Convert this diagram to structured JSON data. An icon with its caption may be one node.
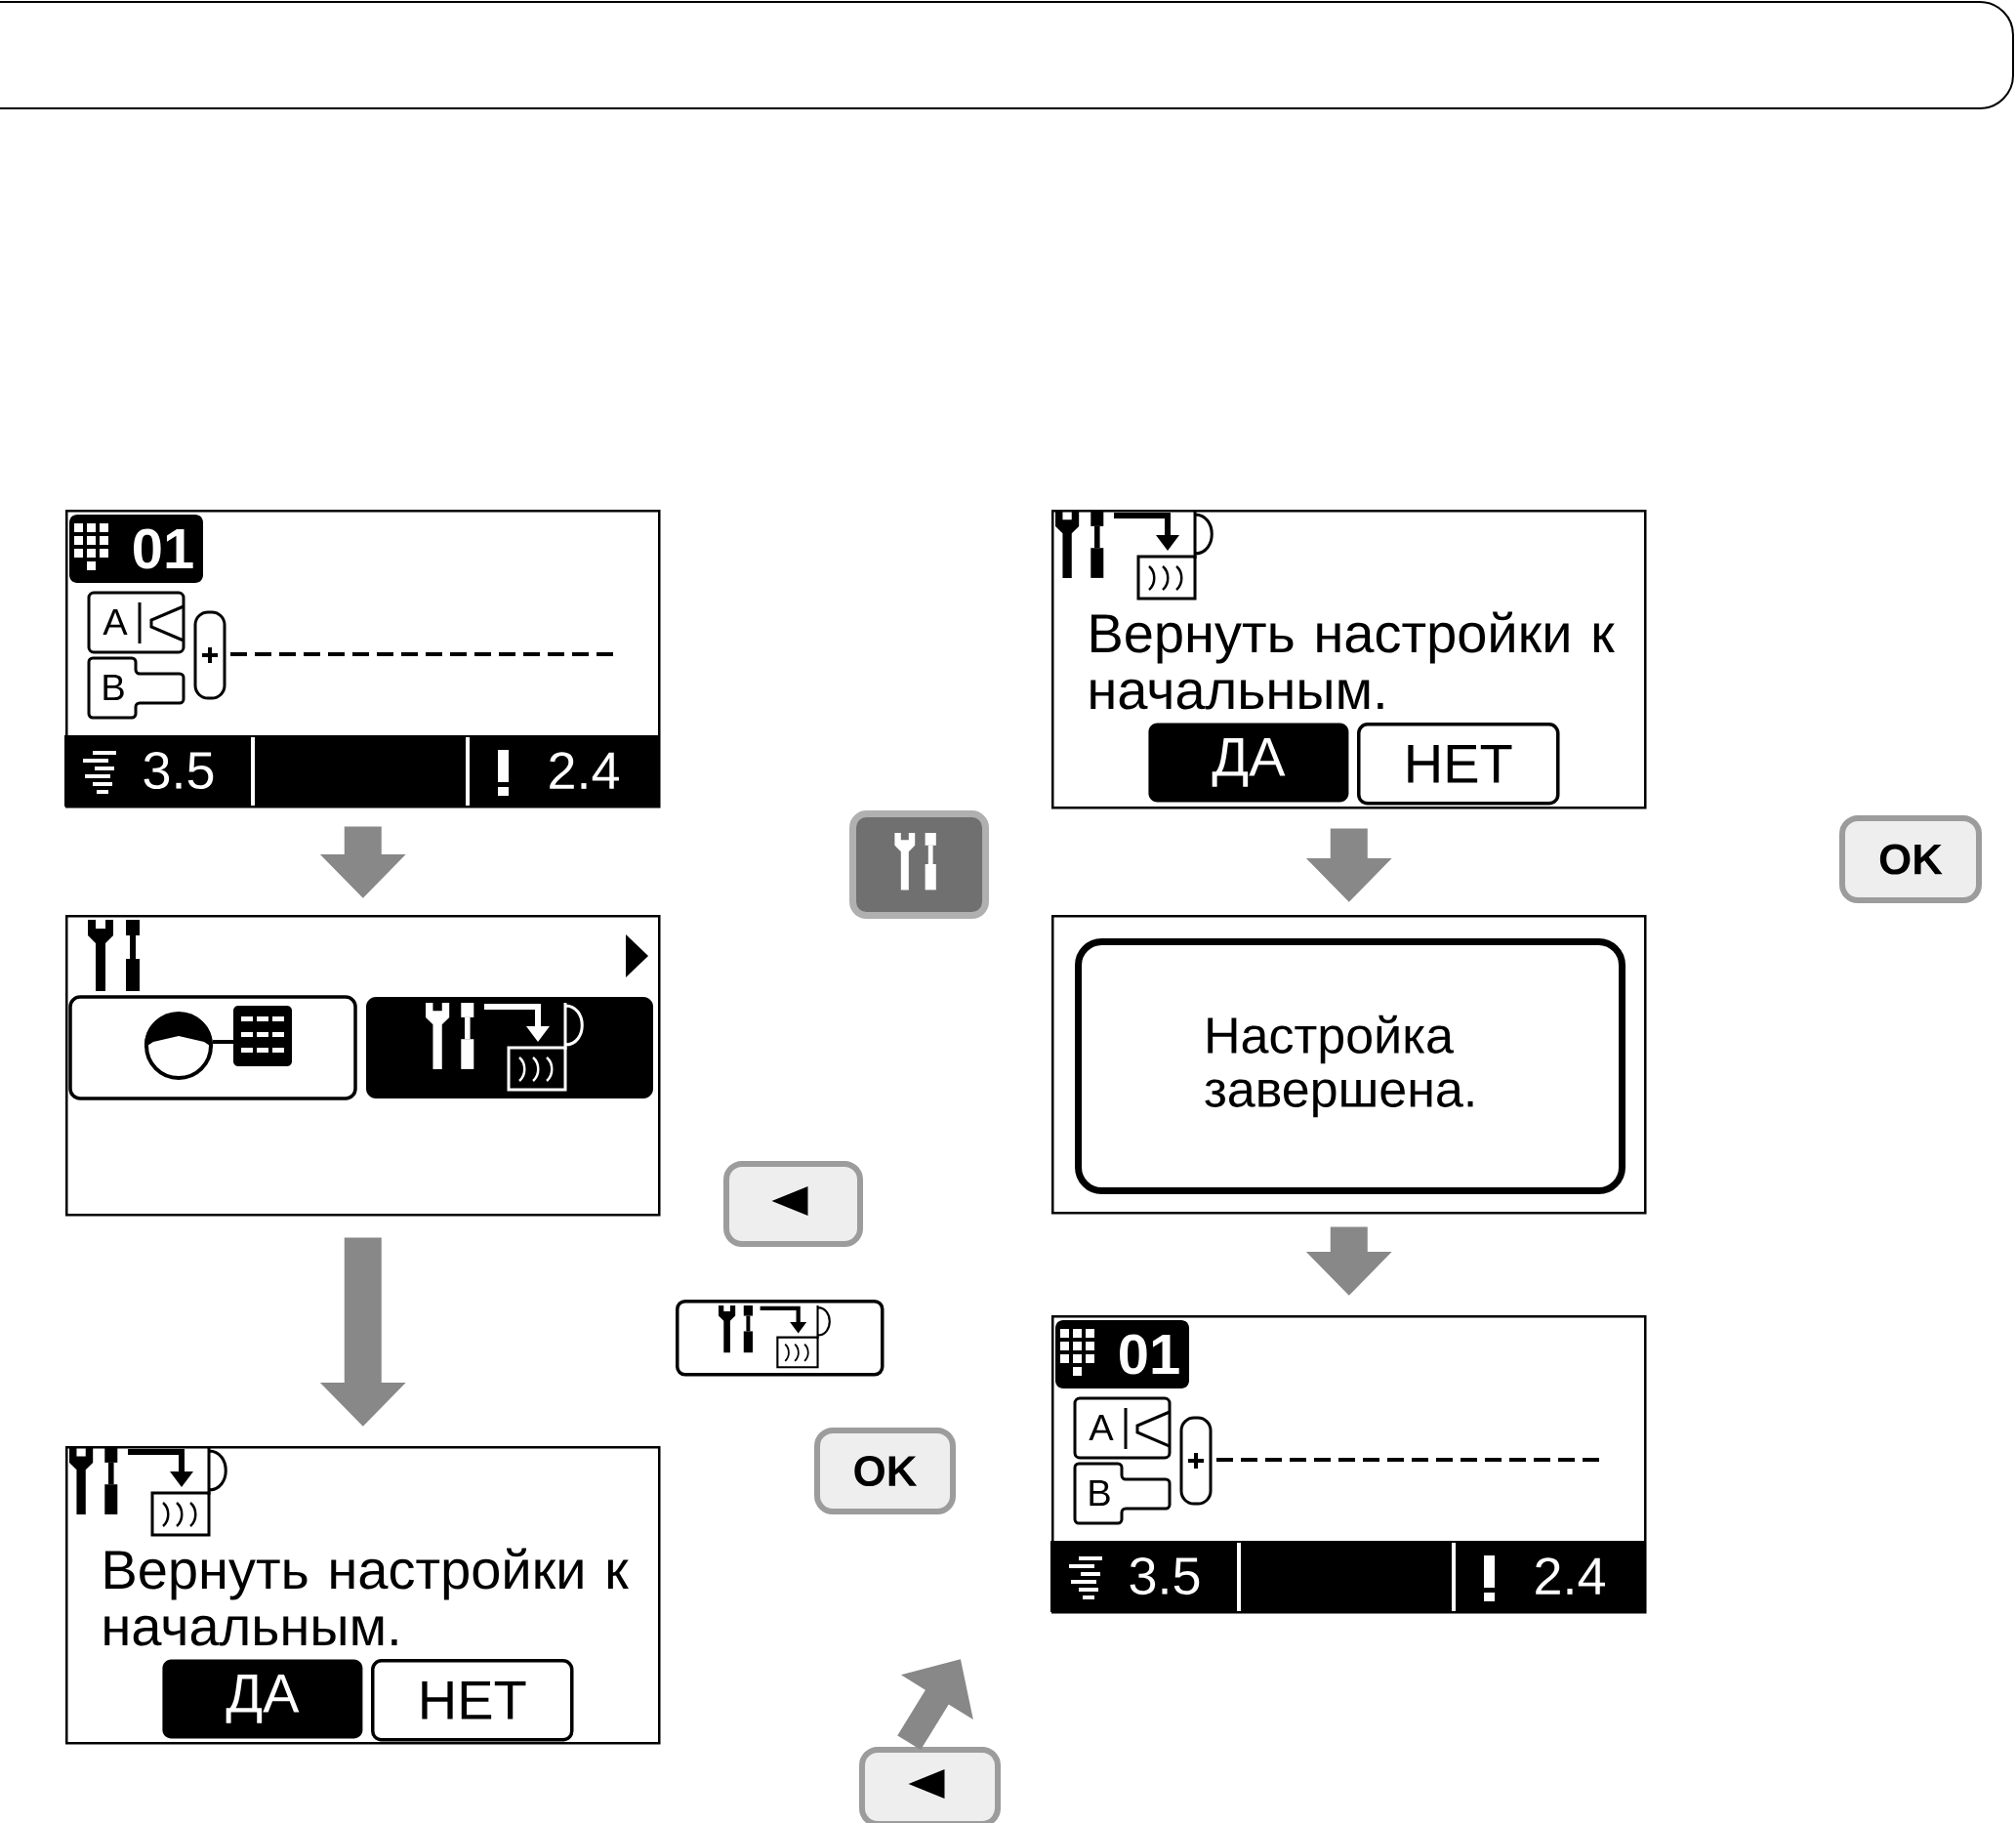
{
  "diagram": {
    "nodes": [
      {
        "text": [
          "01",
          "A",
          "B",
          "3.5",
          "2.4"
        ]
      },
      {
        "text": [],
        "shape": "box"
      },
      {
        "text": [
          "Вернуть настройки к начальным."
        ]
      },
      {
        "text": [
          "ДА"
        ],
        "in": 2
      },
      {
        "text": [
          "НЕТ"
        ],
        "in": 2
      },
      {
        "text": [],
        "shape": "box"
      },
      {
        "text": [],
        "shape": "box"
      },
      {
        "text": [],
        "shape": "box"
      },
      {
        "text": [
          "OK"
        ]
      },
      {
        "text": [],
        "shape": "box"
      },
      {
        "text": [
          "Вернуть настройки к начальным."
        ]
      },
      {
        "text": [
          "ДА"
        ],
        "in": 10
      },
      {
        "text": [
          "НЕТ"
        ],
        "in": 10
      },
      {
        "text": [],
        "shape": "box"
      },
      {
        "text": [
          "Настройка завершена."
        ],
        "in": 13
      },
      {
        "text": [
          "01",
          "A",
          "B",
          "3.5",
          "2.4"
        ]
      },
      {
        "text": [
          "OK"
        ]
      }
    ],
    "edges": [
      {
        "from": 0,
        "to": 1,
        "arrow": "to"
      },
      {
        "from": 1,
        "to": 2,
        "arrow": "to"
      },
      {
        "from": 10,
        "to": 13,
        "arrow": "to"
      },
      {
        "from": 13,
        "to": 15,
        "arrow": "to"
      },
      {
        "from": 9,
        "to": null,
        "arrow": "to"
      }
    ]
  }
}
